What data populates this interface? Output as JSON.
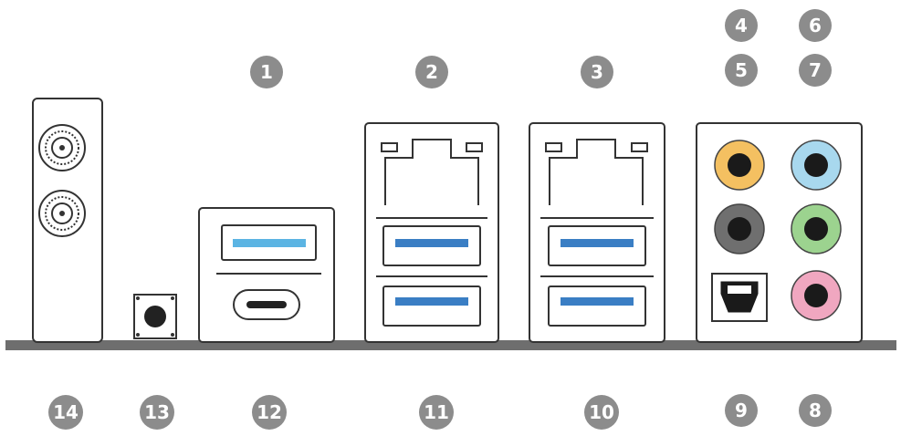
{
  "colors": {
    "outline": "#333333",
    "baseline": "#6e6e6e",
    "callout_bg": "#8c8c8c",
    "callout_text": "#ffffff",
    "usb3_blue": "#3a7ec4",
    "usb_top_blue": "#5bb4e3",
    "jack_orange": "#f4c061",
    "jack_lightblue": "#a8d8ee",
    "jack_gray": "#6f6f6f",
    "jack_green": "#9cd38f",
    "jack_pink": "#f0a7c0"
  },
  "callouts": [
    {
      "id": "1",
      "label": "1"
    },
    {
      "id": "2",
      "label": "2"
    },
    {
      "id": "3",
      "label": "3"
    },
    {
      "id": "4",
      "label": "4"
    },
    {
      "id": "5",
      "label": "5"
    },
    {
      "id": "6",
      "label": "6"
    },
    {
      "id": "7",
      "label": "7"
    },
    {
      "id": "8",
      "label": "8"
    },
    {
      "id": "9",
      "label": "9"
    },
    {
      "id": "10",
      "label": "10"
    },
    {
      "id": "11",
      "label": "11"
    },
    {
      "id": "12",
      "label": "12"
    },
    {
      "id": "13",
      "label": "13"
    },
    {
      "id": "14",
      "label": "14"
    }
  ],
  "icons": {
    "antenna": "antenna-connector-icon",
    "button": "push-button-icon",
    "usb_a": "usb-a-port-icon",
    "usb_c": "usb-c-port-icon",
    "ethernet": "rj45-port-icon",
    "audio_jack": "audio-jack-icon",
    "optical": "optical-spdif-port-icon"
  }
}
